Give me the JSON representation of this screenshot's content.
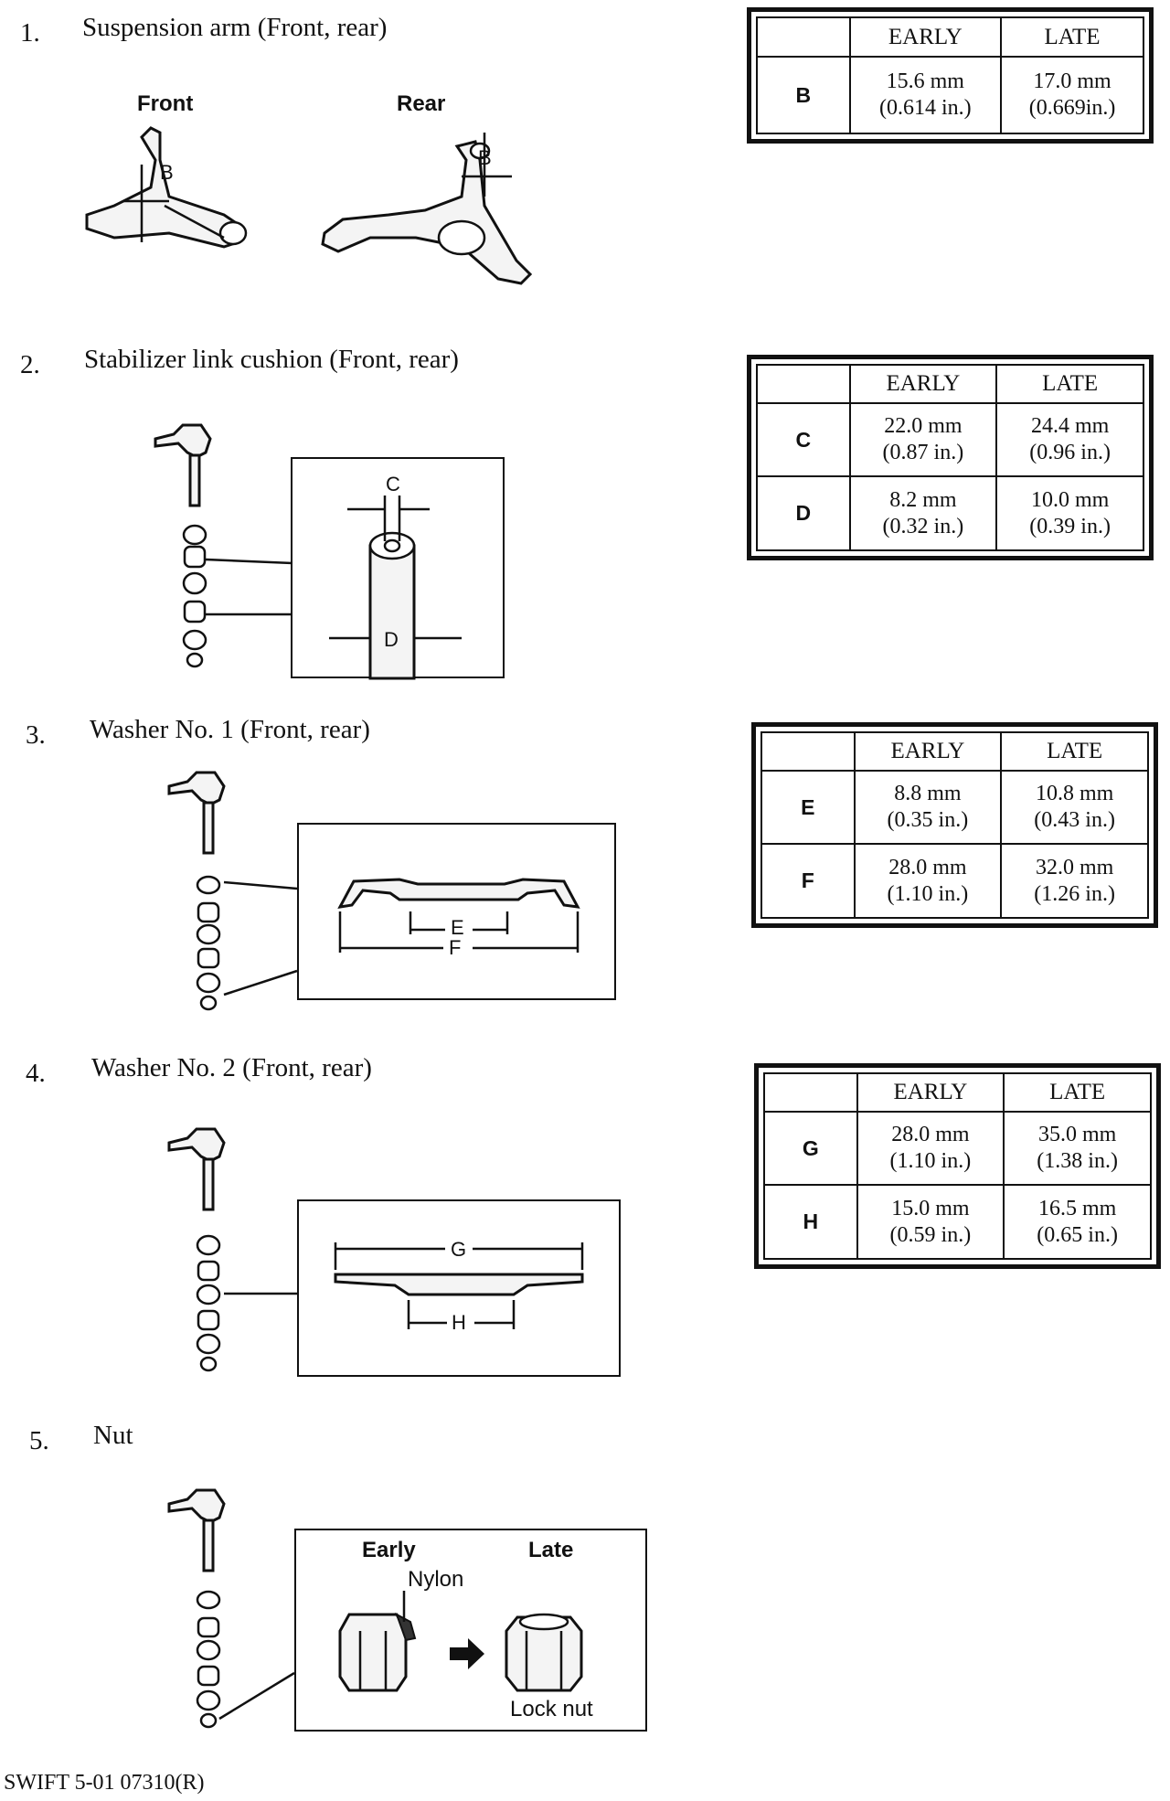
{
  "sections": [
    {
      "number": "1.",
      "title": "Suspension arm (Front, rear)",
      "fig_labels": {
        "front": "Front",
        "rear": "Rear",
        "dim": "B"
      }
    },
    {
      "number": "2.",
      "title": "Stabilizer link cushion (Front, rear)",
      "fig_labels": {
        "c": "C",
        "d": "D"
      }
    },
    {
      "number": "3.",
      "title": "Washer No. 1 (Front, rear)",
      "fig_labels": {
        "e": "E",
        "f": "F"
      }
    },
    {
      "number": "4.",
      "title": "Washer No. 2 (Front, rear)",
      "fig_labels": {
        "g": "G",
        "h": "H"
      }
    },
    {
      "number": "5.",
      "title": "Nut",
      "fig_labels": {
        "early": "Early",
        "late": "Late",
        "nylon": "Nylon",
        "lock_nut": "Lock nut"
      }
    }
  ],
  "tables": [
    {
      "headers": [
        "EARLY",
        "LATE"
      ],
      "rows": [
        {
          "key": "B",
          "early": [
            "15.6 mm",
            "(0.614 in.)"
          ],
          "late": [
            "17.0 mm",
            "(0.669in.)"
          ]
        }
      ]
    },
    {
      "headers": [
        "EARLY",
        "LATE"
      ],
      "rows": [
        {
          "key": "C",
          "early": [
            "22.0 mm",
            "(0.87 in.)"
          ],
          "late": [
            "24.4 mm",
            "(0.96 in.)"
          ]
        },
        {
          "key": "D",
          "early": [
            "8.2 mm",
            "(0.32 in.)"
          ],
          "late": [
            "10.0 mm",
            "(0.39 in.)"
          ]
        }
      ]
    },
    {
      "headers": [
        "EARLY",
        "LATE"
      ],
      "rows": [
        {
          "key": "E",
          "early": [
            "8.8 mm",
            "(0.35 in.)"
          ],
          "late": [
            "10.8 mm",
            "(0.43 in.)"
          ]
        },
        {
          "key": "F",
          "early": [
            "28.0 mm",
            "(1.10 in.)"
          ],
          "late": [
            "32.0 mm",
            "(1.26 in.)"
          ]
        }
      ]
    },
    {
      "headers": [
        "EARLY",
        "LATE"
      ],
      "rows": [
        {
          "key": "G",
          "early": [
            "28.0 mm",
            "(1.10 in.)"
          ],
          "late": [
            "35.0 mm",
            "(1.38 in.)"
          ]
        },
        {
          "key": "H",
          "early": [
            "15.0 mm",
            "(0.59 in.)"
          ],
          "late": [
            "16.5 mm",
            "(0.65 in.)"
          ]
        }
      ]
    }
  ],
  "footer": "SWIFT 5-01 07310(R)"
}
